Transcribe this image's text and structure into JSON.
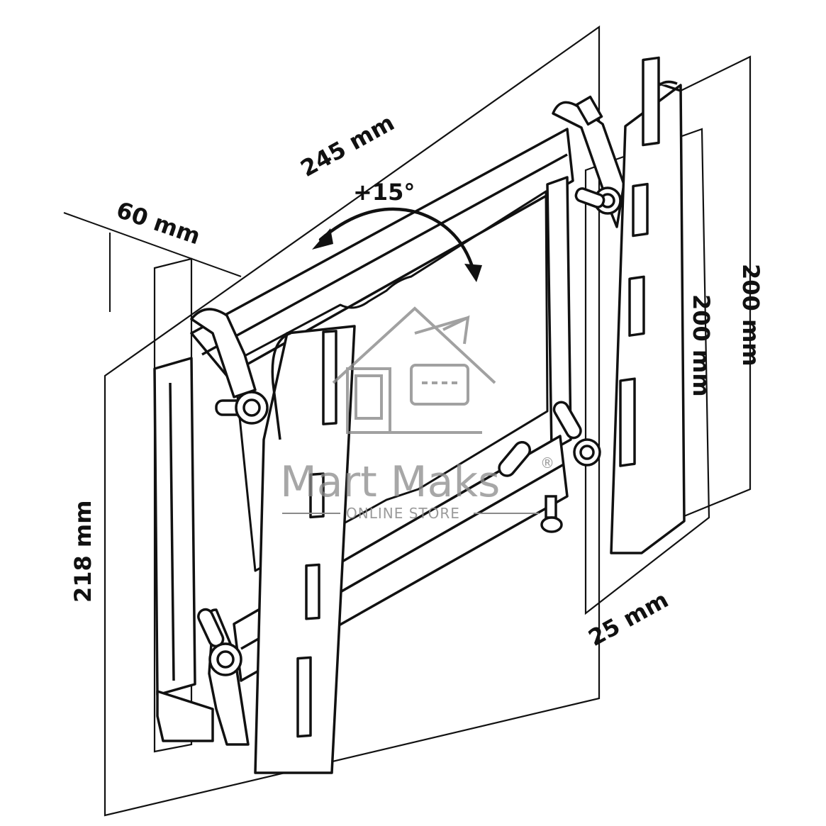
{
  "dimensions": {
    "width_245": "245 mm",
    "depth_60": "60 mm",
    "tilt": "+15°",
    "height_218": "218 mm",
    "vesa_outer": "200 mm",
    "vesa_inner": "200 mm",
    "profile_25": "25 mm"
  },
  "watermark": {
    "brand": "Mart Maks",
    "registered": "®",
    "tagline": "ONLINE STORE"
  },
  "colors": {
    "line": "#111111",
    "watermark": "#8a8a8a",
    "background": "#ffffff"
  }
}
